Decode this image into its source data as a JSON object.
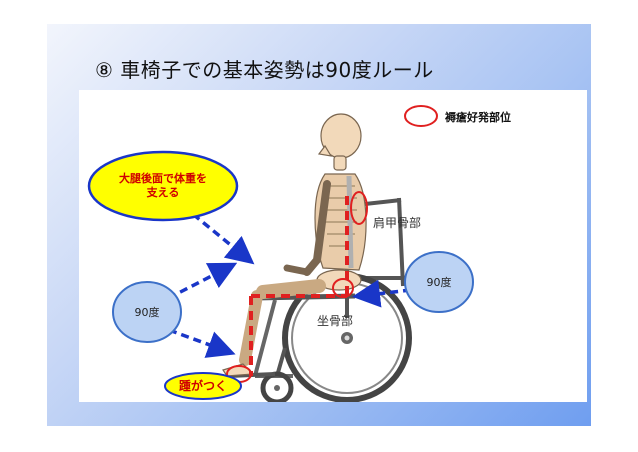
{
  "slide": {
    "title": "⑧ 車椅子での基本姿勢は90度ルール"
  },
  "legend": {
    "label": "褥瘡好発部位",
    "color": "#e02020"
  },
  "callouts": {
    "thigh_support": {
      "line1": "大腿後面で体重を",
      "line2": "支える"
    },
    "heel_touch": "踵がつく"
  },
  "angle_bubbles": {
    "left": "90度",
    "right": "90度"
  },
  "body_parts": {
    "scapula": "肩甲骨部",
    "ischium": "坐骨部"
  },
  "colors": {
    "arrow": "#1a36c8",
    "guide_line": "#e02020",
    "callout_fill": "#ffff00",
    "bubble_fill": "#bcd3f4",
    "slide_accent": "#6f9ef0"
  }
}
